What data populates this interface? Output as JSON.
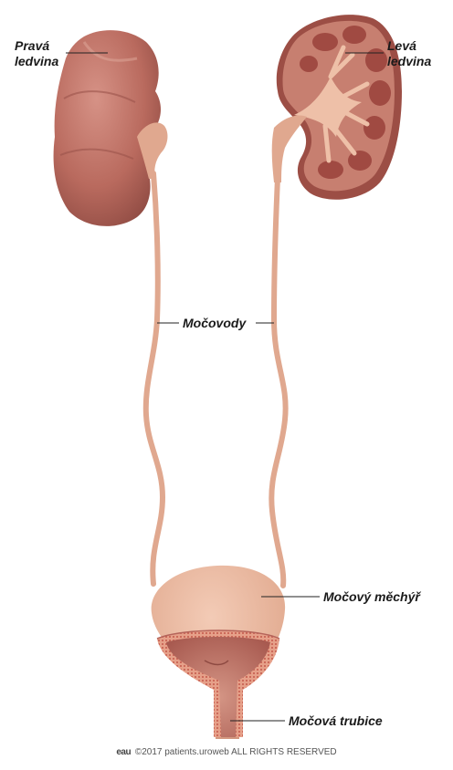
{
  "labels": {
    "right_kidney": [
      "Pravá",
      "ledvina"
    ],
    "left_kidney": [
      "Levá",
      "ledvina"
    ],
    "ureters": "Močovody",
    "bladder": "Močový měchýř",
    "urethra": "Močová trubice"
  },
  "footer": {
    "logo": "eau",
    "copyright": "©2017 patients.uroweb ALL RIGHTS RESERVED"
  },
  "colors": {
    "kidney": "#b96a5e",
    "kidney_shadow": "#8e4a42",
    "ureter": "#e0a88f",
    "bladder_outer": "#e3ad93",
    "bladder_inner": "#b5645a",
    "wall_pattern": "#c4584a",
    "leader": "#222222"
  }
}
